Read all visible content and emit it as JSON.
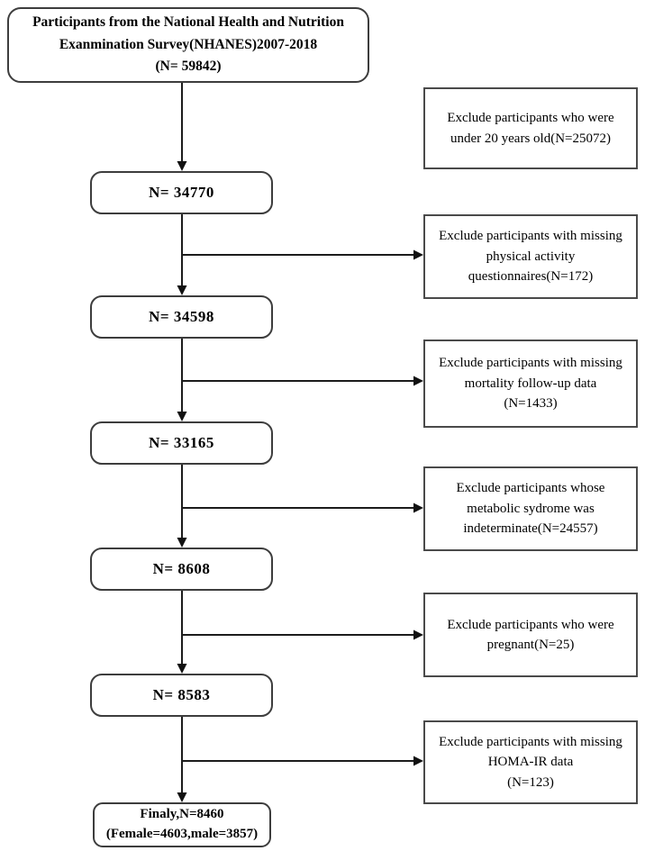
{
  "diagram": {
    "source_box": {
      "text": "Participants from the National Health and Nutrition\nExanmination Survey(NHANES)2007-2018\n(N= 59842)"
    },
    "main_boxes": [
      {
        "label": "N= 34770"
      },
      {
        "label": "N= 34598"
      },
      {
        "label": "N= 33165"
      },
      {
        "label": "N= 8608"
      },
      {
        "label": "N= 8583"
      }
    ],
    "final_box": {
      "text": "Finaly,N=8460\n(Female=4603,male=3857)"
    },
    "exclusion_boxes": [
      {
        "text": "Exclude participants who were\nunder 20 years old(N=25072)"
      },
      {
        "text": "Exclude participants with missing\nphysical activity\nquestionnaires(N=172)"
      },
      {
        "text": "Exclude participants with missing\nmortality follow-up data\n(N=1433)"
      },
      {
        "text": "Exclude participants whose\nmetabolic sydrome was\nindeterminate(N=24557)"
      },
      {
        "text": "Exclude participants who were\npregnant(N=25)"
      },
      {
        "text": "Exclude participants with missing\nHOMA-IR data\n(N=123)"
      }
    ],
    "colors": {
      "line": "#1c1c1c",
      "box_border": "#404040",
      "background": "#ffffff",
      "text": "#000000"
    }
  }
}
